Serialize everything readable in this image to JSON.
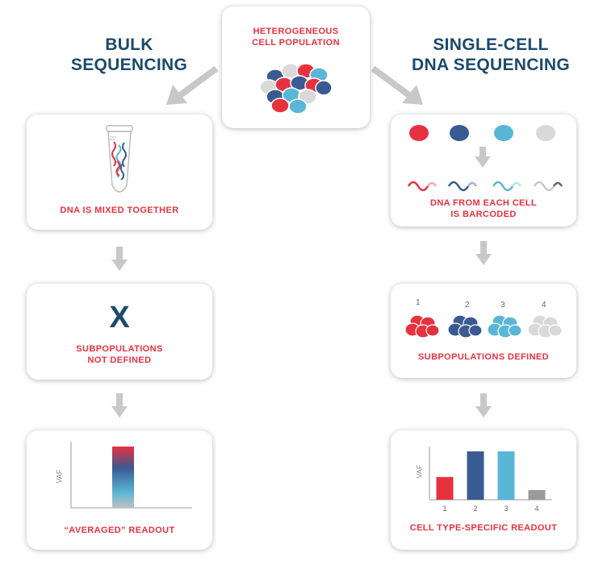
{
  "headings": {
    "bulk": [
      "BULK",
      "SEQUENCING"
    ],
    "single": [
      "SINGLE-CELL",
      "DNA SEQUENCING"
    ]
  },
  "top": {
    "caption": [
      "HETEROGENEOUS",
      "CELL POPULATION"
    ]
  },
  "bulk": {
    "step1": "DNA IS MIXED TOGETHER",
    "step2_mark": "X",
    "step2": [
      "SUBPOPULATIONS",
      "NOT DEFINED"
    ],
    "step3": "“AVERAGED” READOUT",
    "axis_label": "VAF"
  },
  "single": {
    "step1": [
      "DNA FROM EACH CELL",
      "IS BARCODED"
    ],
    "cluster_numbers": [
      "1",
      "2",
      "3",
      "4"
    ],
    "step2": "SUBPOPULATIONS DEFINED",
    "step3": "CELL TYPE-SPECIFIC READOUT",
    "axis_label": "VAF"
  },
  "colors": {
    "red": "#e8313f",
    "navy": "#3a5a92",
    "cyan": "#5ab6d6",
    "grey": "#d9d9d9",
    "heading": "#1c4a6b",
    "arrow": "#c8c8c8"
  },
  "chart_data": {
    "type": "bar",
    "categories": [
      "1",
      "2",
      "3",
      "4"
    ],
    "values": [
      0.47,
      1.0,
      1.0,
      0.2
    ],
    "ylabel": "VAF",
    "ylim": [
      0,
      1.1
    ]
  }
}
